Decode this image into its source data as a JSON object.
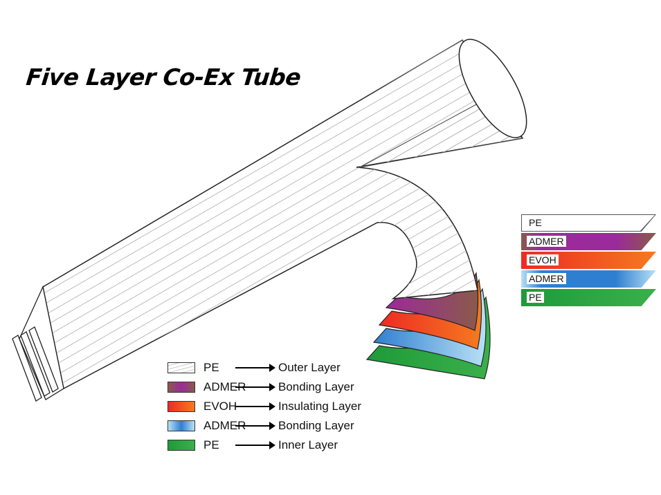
{
  "title": "Five Layer Co-Ex Tube",
  "legend": [
    {
      "material": "PE",
      "layer": "Outer Layer",
      "color": "#ffffff"
    },
    {
      "material": "ADMER",
      "layer": "Bonding Layer",
      "color": "#9b2a9a"
    },
    {
      "material": "EVOH",
      "layer": "Insulating Layer",
      "color": "#f04a24"
    },
    {
      "material": "ADMER",
      "layer": "Bonding Layer",
      "color": "#3f8fd6"
    },
    {
      "material": "PE",
      "layer": "Inner Layer",
      "color": "#2fa043"
    }
  ],
  "stack_labels": [
    "PE",
    "ADMER",
    "EVOH",
    "ADMER",
    "PE"
  ]
}
